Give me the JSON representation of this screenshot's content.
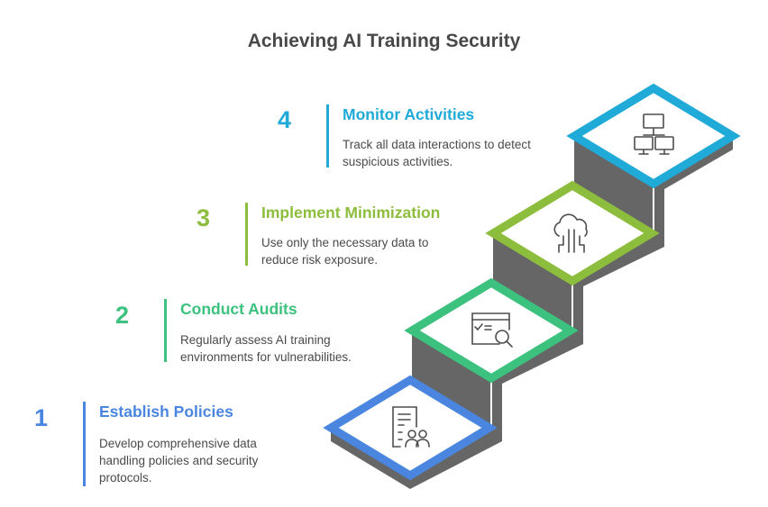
{
  "title": "Achieving AI Training Security",
  "colors": {
    "step1": "#4a86e0",
    "step2": "#3cc17e",
    "step3": "#8cbd3c",
    "step4": "#1faad8",
    "block_gray": "#666666",
    "icon": "#4d4d4d",
    "text": "#4a4a4a"
  },
  "steps": [
    {
      "number": "1",
      "title": "Establish Policies",
      "description": "Develop comprehensive data handling policies and security protocols.",
      "icon": "document-people-icon"
    },
    {
      "number": "2",
      "title": "Conduct Audits",
      "description": "Regularly assess AI training environments for vulnerabilities.",
      "icon": "checklist-magnifier-icon"
    },
    {
      "number": "3",
      "title": "Implement Minimization",
      "description": "Use only the necessary data to reduce risk exposure.",
      "icon": "cloud-circuit-icon"
    },
    {
      "number": "4",
      "title": "Monitor Activities",
      "description": "Track all data interactions to detect suspicious activities.",
      "icon": "network-computers-icon"
    }
  ]
}
